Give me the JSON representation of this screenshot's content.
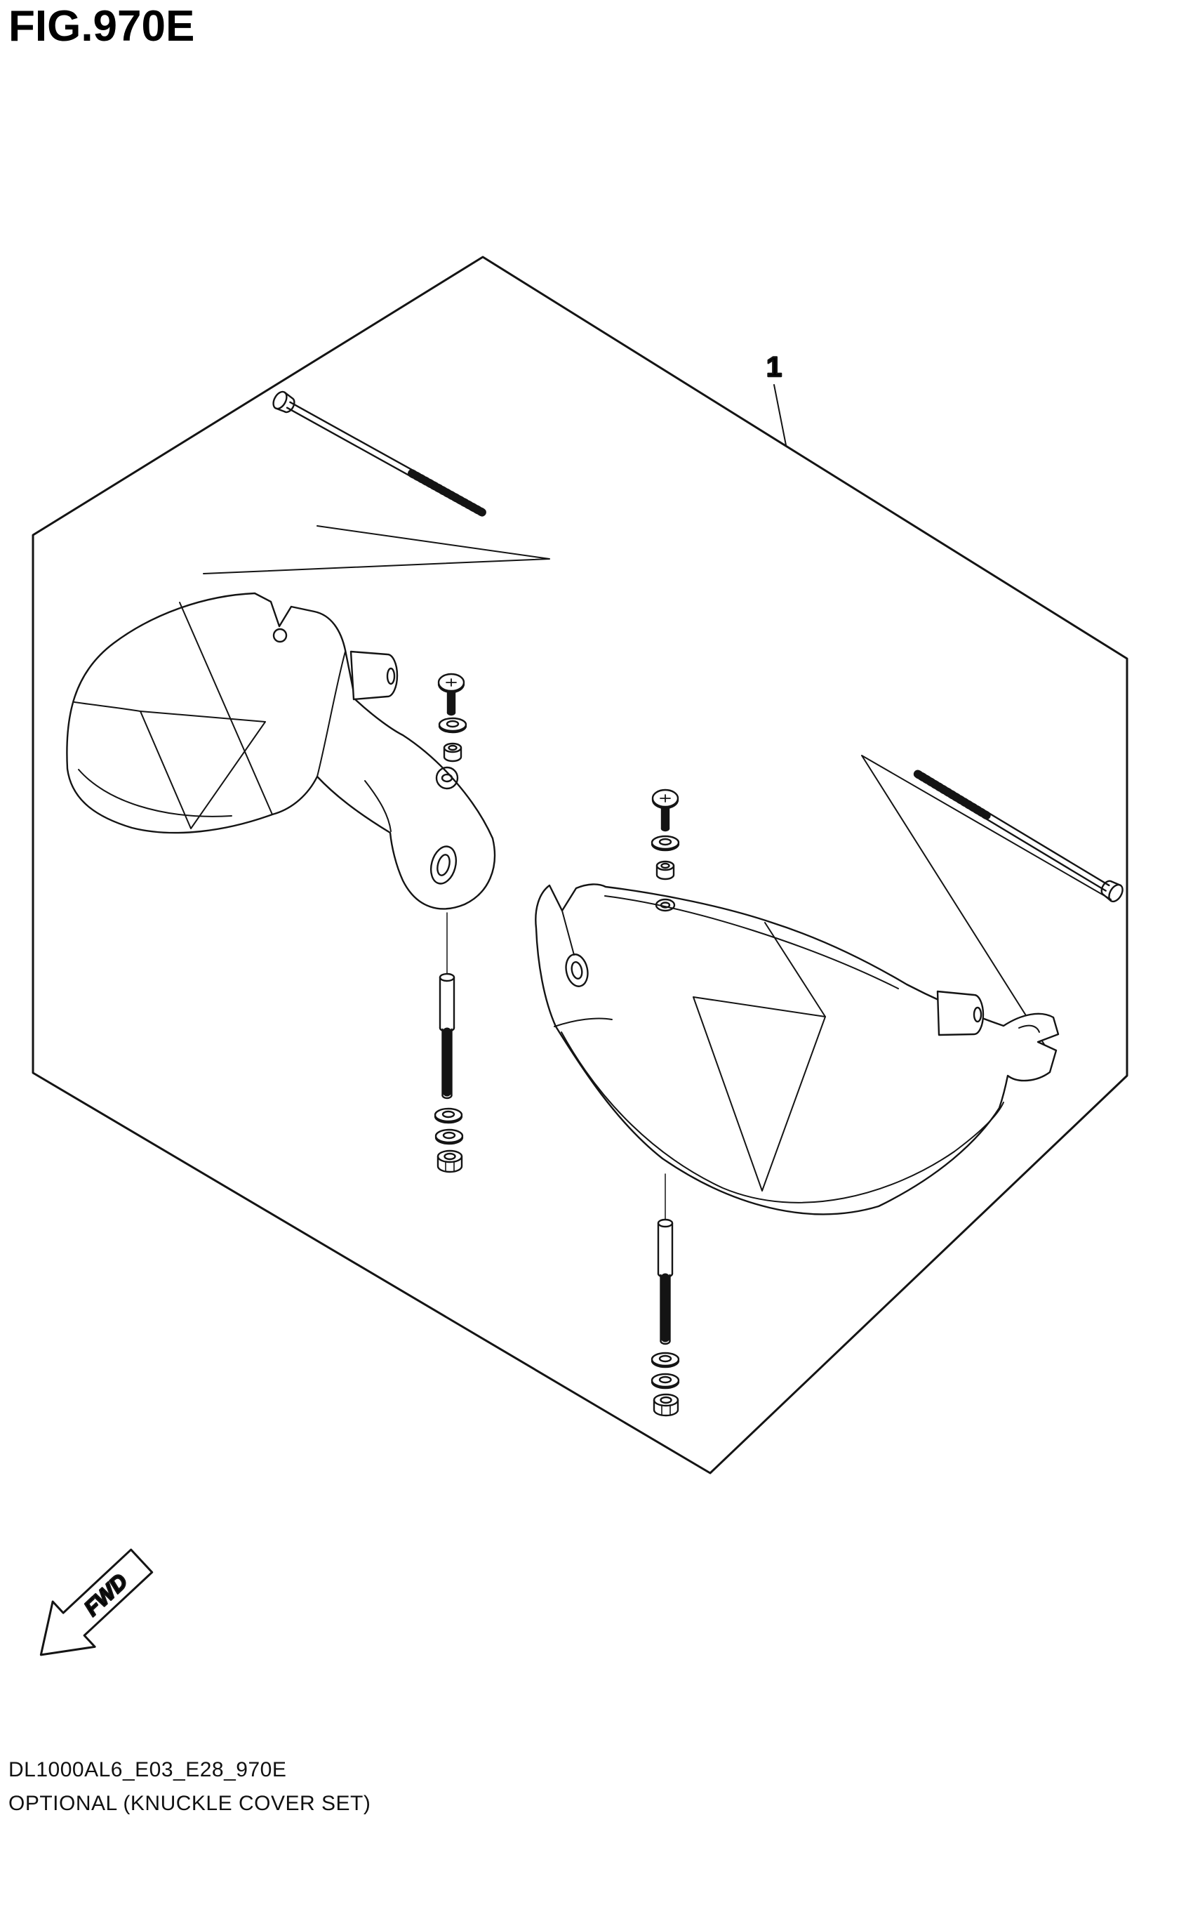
{
  "figure": {
    "title": "FIG.970E",
    "part_label": "1",
    "fwd_label": "FWD",
    "footer_code": "DL1000AL6_E03_E28_970E",
    "footer_title": "OPTIONAL (KNUCKLE COVER SET)"
  },
  "colors": {
    "line": "#141414",
    "background": "#ffffff"
  }
}
